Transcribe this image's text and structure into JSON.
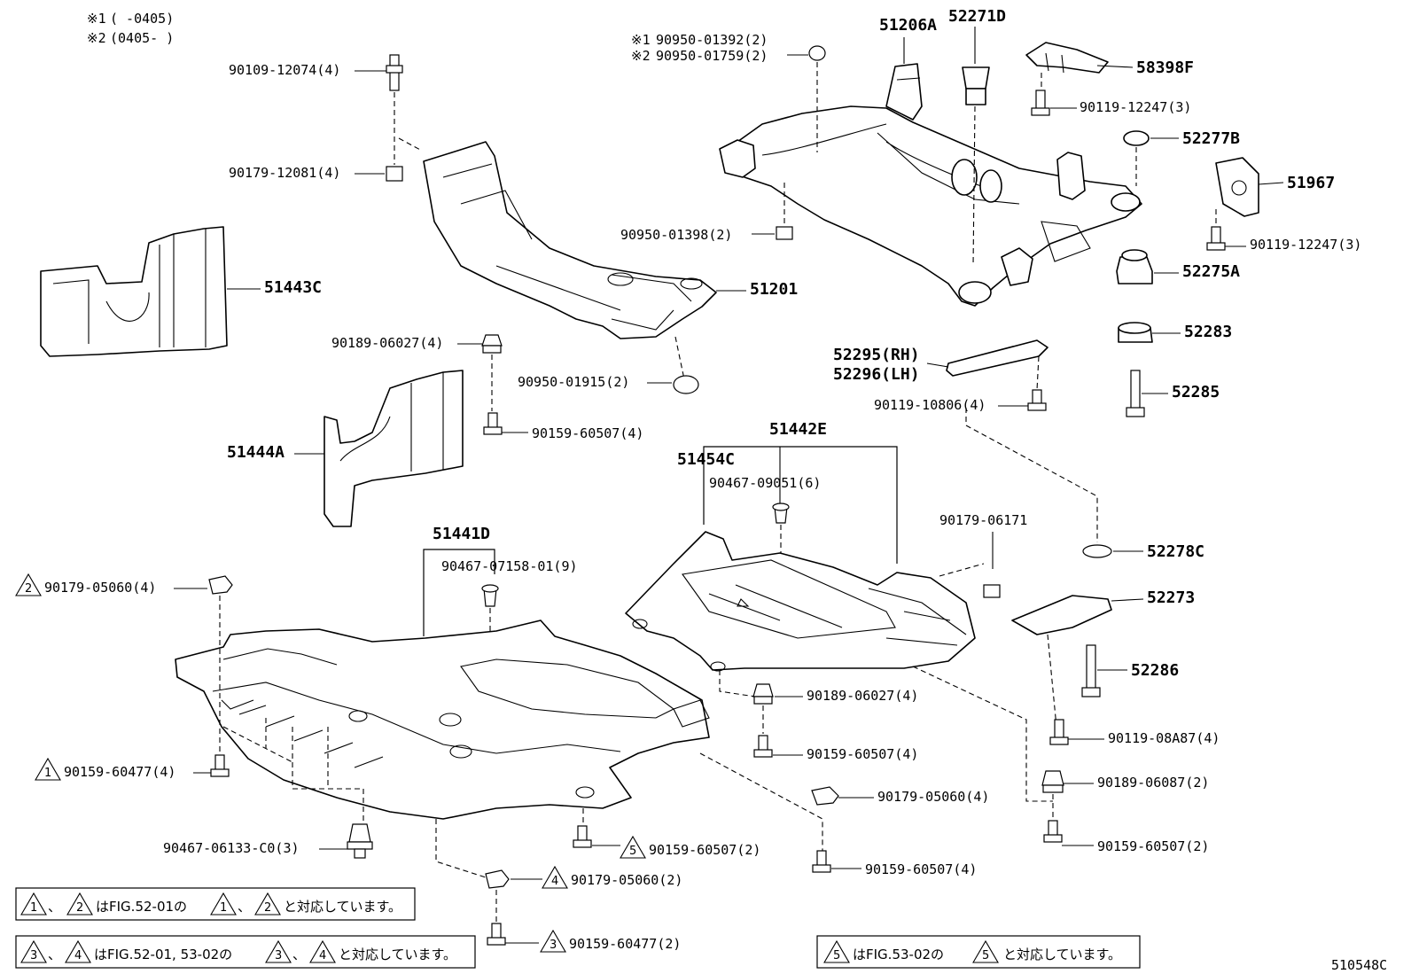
{
  "header_notes": [
    {
      "mark": "※1",
      "range": "(     -0405)"
    },
    {
      "mark": "※2",
      "range": "(0405-     )"
    }
  ],
  "labels": {
    "p51206A": "51206A",
    "p52271D": "52271D",
    "p58398F": "58398F",
    "p90119_12247_a": "90119-12247(3)",
    "p52277B": "52277B",
    "p51967": "51967",
    "p90119_12247_b": "90119-12247(3)",
    "p52275A": "52275A",
    "p52283": "52283",
    "p52285": "52285",
    "p52295": "52295(RH)",
    "p52296": "52296(LH)",
    "p90119_10806": "90119-10806(4)",
    "p90950_01392": "90950-01392(2)",
    "p90950_01759": "90950-01759(2)",
    "p90950_01398": "90950-01398(2)",
    "p90109_12074": "90109-12074(4)",
    "p90179_12081": "90179-12081(4)",
    "p51201": "51201",
    "p51443C": "51443C",
    "p90189_06027_a": "90189-06027(4)",
    "p90950_01915": "90950-01915(2)",
    "p90159_60507_a": "90159-60507(4)",
    "p51444A": "51444A",
    "p51442E": "51442E",
    "p51454C": "51454C",
    "p90467_09051": "90467-09051(6)",
    "p90179_06171": "90179-06171",
    "p52278C": "52278C",
    "p51441D": "51441D",
    "p90467_07158": "90467-07158-01(9)",
    "p90179_05060_a": "90179-05060(4)",
    "p52273": "52273",
    "p52286": "52286",
    "p90189_06027_b": "90189-06027(4)",
    "p90159_60507_b": "90159-60507(4)",
    "p90119_08A87": "90119-08A87(4)",
    "p90159_60477_a": "90159-60477(4)",
    "p90189_06087": "90189-06087(2)",
    "p90179_05060_b": "90179-05060(4)",
    "p90467_06133": "90467-06133-C0(3)",
    "p90159_60507_c": "90159-60507(2)",
    "p90159_60507_d": "90159-60507(4)",
    "p90159_60507_e": "90159-60507(2)",
    "p90179_05060_c": "90179-05060(2)",
    "p90159_60477_b": "90159-60477(2)"
  },
  "marks": {
    "m1": "※1",
    "m2": "※2"
  },
  "callouts": {
    "t1": "1",
    "t2": "2",
    "t3": "3",
    "t4": "4",
    "t5": "5"
  },
  "footnotes": {
    "f1_sep": "、",
    "f1_text": "はFIG.52-01の",
    "f1_sep2": "、",
    "f1_end": "と対応しています。",
    "f2_sep": "、",
    "f2_text": "はFIG.52-01, 53-02の",
    "f2_sep2": "、",
    "f2_end": "と対応しています。",
    "f3_text": "はFIG.53-02の",
    "f3_end": "と対応しています。"
  },
  "figure_id": "510548C"
}
